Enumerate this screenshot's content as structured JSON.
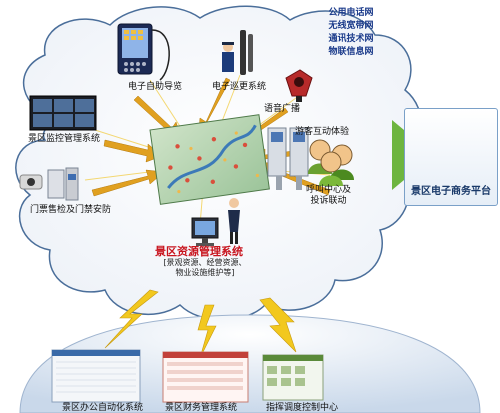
{
  "networks": [
    "公用电话网",
    "无线宽带网",
    "通讯技术网",
    "物联信息网"
  ],
  "nodes": {
    "self_guide": "电子自助导览",
    "patrol": "电子巡更系统",
    "broadcast": "语音广播",
    "interactive": "游客互动体验",
    "call_center": "呼叫中心及\n投诉联动",
    "monitoring": "景区监控管理系统",
    "ticketing": "门票售检及门禁安防"
  },
  "center": {
    "title": "景区资源管理系统",
    "subtitle": "[景观资源、经营资源、\n物业设施维护等]"
  },
  "platform": {
    "title": "景区电子商务平台"
  },
  "bottom": [
    "景区办公自动化系统",
    "景区财务管理系统",
    "指挥调度控制中心"
  ],
  "colors": {
    "cloud_stroke": "#4a6e9a",
    "bolt": "#f2c81e",
    "arrow": "#e0a020",
    "title_red": "#c8141e",
    "platform_arrow": "#6db53f"
  }
}
